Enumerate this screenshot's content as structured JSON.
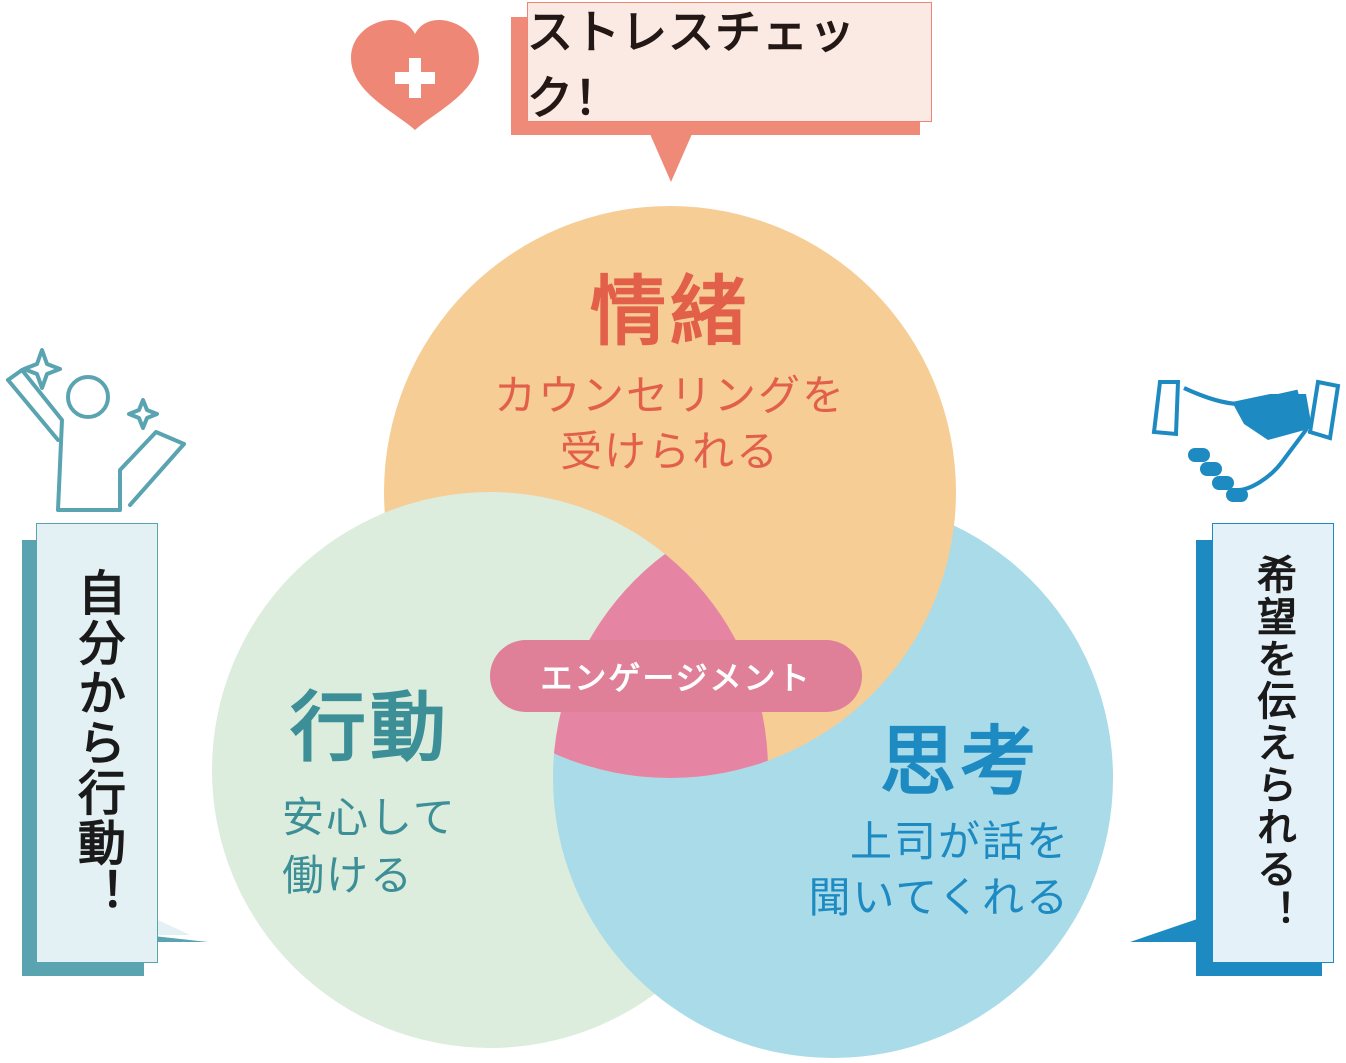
{
  "callouts": {
    "top": "ストレスチェック！",
    "left": "自分から行動！",
    "right": "希望を伝えられる！"
  },
  "circles": {
    "emotion": {
      "title": "情緒",
      "line1": "カウンセリングを",
      "line2": "受けられる",
      "color": "#f7cd96"
    },
    "action": {
      "title": "行動",
      "line1": "安心して",
      "line2": "働ける",
      "color": "#dcecdd"
    },
    "thought": {
      "title": "思考",
      "line1": "上司が話を",
      "line2": "聞いてくれる",
      "color": "#a9dbe9"
    }
  },
  "center": {
    "label": "エンゲージメント",
    "color": "#e684a4"
  },
  "icons": {
    "top": "heart-plus-icon",
    "left": "person-sparkle-icon",
    "right": "handshake-icon"
  },
  "colors": {
    "coral": "#f08a78",
    "teal": "#5aa3b0",
    "blue": "#1e8ac2"
  }
}
